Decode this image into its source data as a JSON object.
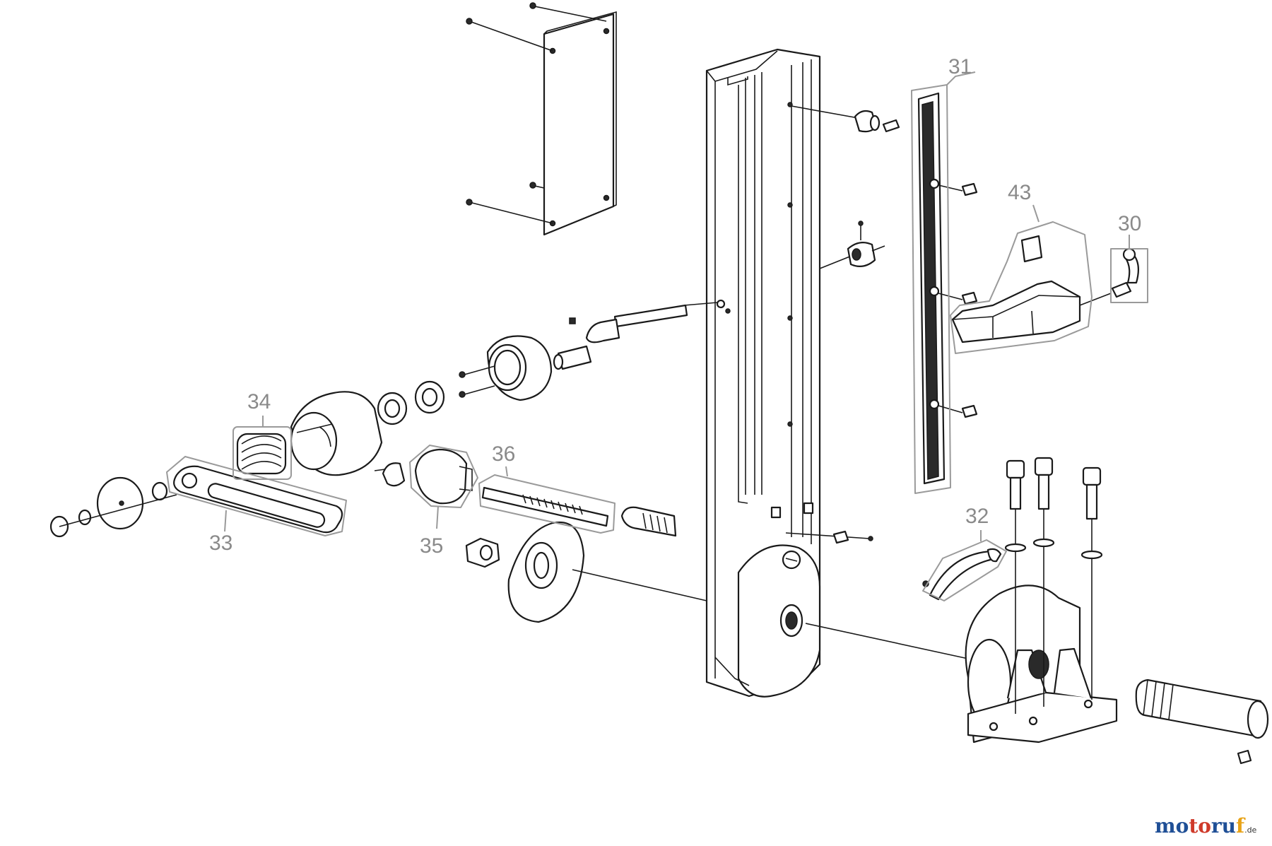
{
  "diagram": {
    "callouts": [
      {
        "id": "30",
        "label": "30"
      },
      {
        "id": "31",
        "label": "31"
      },
      {
        "id": "32",
        "label": "32"
      },
      {
        "id": "33",
        "label": "33"
      },
      {
        "id": "34",
        "label": "34"
      },
      {
        "id": "35",
        "label": "35"
      },
      {
        "id": "36",
        "label": "36"
      },
      {
        "id": "43",
        "label": "43"
      }
    ]
  },
  "watermark": {
    "part1": "mo",
    "part2": "to",
    "part3": "ru",
    "part4": "f",
    "tld": ".de",
    "colors": {
      "blue": "#1f4f96",
      "red": "#cf3a2a",
      "orange": "#e8a317"
    }
  }
}
